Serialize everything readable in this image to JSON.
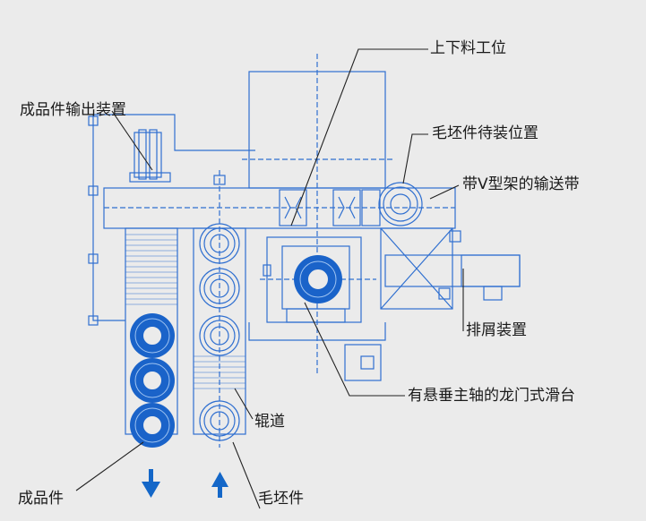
{
  "labels": {
    "loading_station": "上下料工位",
    "finished_output_device": "成品件输出装置",
    "blank_waiting_position": "毛坯件待装位置",
    "v_rack_conveyor": "带V型架的输送带",
    "chip_removal_device": "排屑装置",
    "gantry_slide": "有悬垂主轴的龙门式滑台",
    "roller_track": "辊道",
    "finished_part": "成品件",
    "blank_part": "毛坯件"
  },
  "colors": {
    "panel_background": "#ebebeb",
    "line_blue": "#2f6fd0",
    "part_fill_blue": "#1a63c9",
    "leader_line": "#222222",
    "arrow_blue": "#1467c8"
  },
  "icons": {
    "down_arrow": "arrow-down-icon",
    "up_arrow": "arrow-up-icon"
  }
}
